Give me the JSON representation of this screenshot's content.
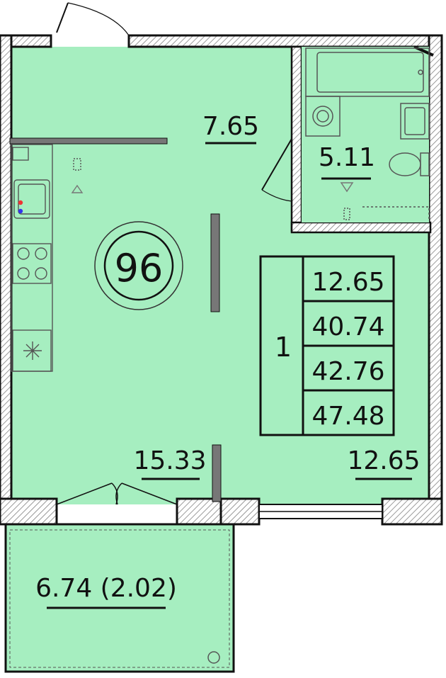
{
  "apartment": {
    "number": "96",
    "rooms": "1"
  },
  "rooms": {
    "hallway_area": "7.65",
    "bathroom_area": "5.11",
    "kitchen_area": "15.33",
    "bedroom_area": "12.65",
    "balcony_area": "6.74 (2.02)"
  },
  "summary": {
    "living_area": "12.65",
    "area_2": "40.74",
    "area_3": "42.76",
    "total_area": "47.48"
  },
  "colors": {
    "room_fill": "#a6eec0",
    "wall": "#111111",
    "hatch": "#9a9a9a",
    "window_glass": "#ffffff"
  }
}
